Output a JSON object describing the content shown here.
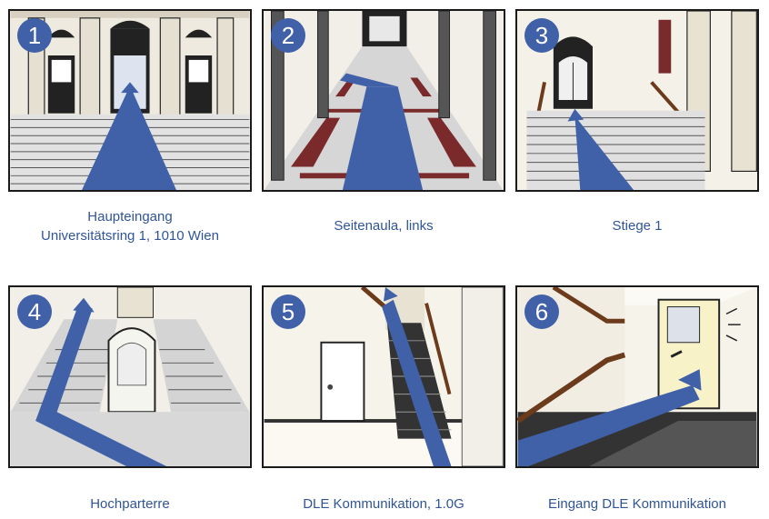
{
  "accent_color": "#4060a8",
  "caption_color": "#2f5597",
  "steps": [
    {
      "number": "1",
      "icon": "building-entrance-stairs-illustration",
      "caption_line1": "Haupteingang",
      "caption_line2": "Universitätsring 1, 1010 Wien"
    },
    {
      "number": "2",
      "icon": "hall-columns-illustration",
      "caption_line1": "Seitenaula, links",
      "caption_line2": ""
    },
    {
      "number": "3",
      "icon": "staircase-illustration",
      "caption_line1": "Stiege 1",
      "caption_line2": ""
    },
    {
      "number": "4",
      "icon": "grand-staircase-illustration",
      "caption_line1": "Hochparterre",
      "caption_line2": ""
    },
    {
      "number": "5",
      "icon": "stairwell-door-illustration",
      "caption_line1": "DLE Kommunikation, 1.0G",
      "caption_line2": ""
    },
    {
      "number": "6",
      "icon": "office-door-illustration",
      "caption_line1": "Eingang DLE Kommunikation",
      "caption_line2": ""
    }
  ]
}
